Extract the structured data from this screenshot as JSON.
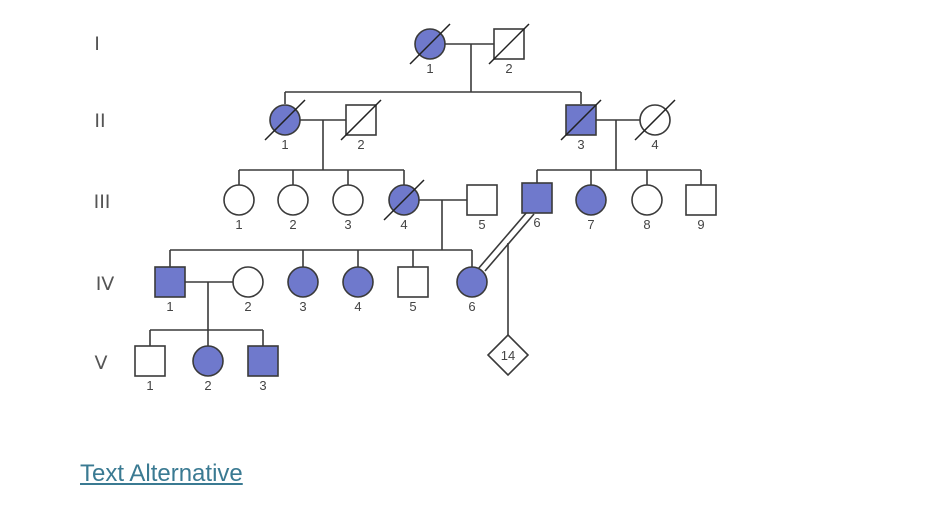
{
  "colors": {
    "affected": "#6f79cc",
    "unaffected": "#ffffff",
    "stroke": "#3a3a3a",
    "link": "#3a7a92"
  },
  "generations": [
    "I",
    "II",
    "III",
    "IV",
    "V"
  ],
  "individuals": [
    {
      "id": "I-1",
      "label": "1",
      "sex": "female",
      "affected": true,
      "deceased": true
    },
    {
      "id": "I-2",
      "label": "2",
      "sex": "male",
      "affected": false,
      "deceased": true
    },
    {
      "id": "II-1",
      "label": "1",
      "sex": "female",
      "affected": true,
      "deceased": true
    },
    {
      "id": "II-2",
      "label": "2",
      "sex": "male",
      "affected": false,
      "deceased": true
    },
    {
      "id": "II-3",
      "label": "3",
      "sex": "male",
      "affected": true,
      "deceased": true
    },
    {
      "id": "II-4",
      "label": "4",
      "sex": "female",
      "affected": false,
      "deceased": true
    },
    {
      "id": "III-1",
      "label": "1",
      "sex": "female",
      "affected": false,
      "deceased": false
    },
    {
      "id": "III-2",
      "label": "2",
      "sex": "female",
      "affected": false,
      "deceased": false
    },
    {
      "id": "III-3",
      "label": "3",
      "sex": "female",
      "affected": false,
      "deceased": false
    },
    {
      "id": "III-4",
      "label": "4",
      "sex": "female",
      "affected": true,
      "deceased": true
    },
    {
      "id": "III-5",
      "label": "5",
      "sex": "male",
      "affected": false,
      "deceased": false
    },
    {
      "id": "III-6",
      "label": "6",
      "sex": "male",
      "affected": true,
      "deceased": false
    },
    {
      "id": "III-7",
      "label": "7",
      "sex": "female",
      "affected": true,
      "deceased": false
    },
    {
      "id": "III-8",
      "label": "8",
      "sex": "female",
      "affected": false,
      "deceased": false
    },
    {
      "id": "III-9",
      "label": "9",
      "sex": "male",
      "affected": false,
      "deceased": false
    },
    {
      "id": "IV-1",
      "label": "1",
      "sex": "male",
      "affected": true,
      "deceased": false
    },
    {
      "id": "IV-2",
      "label": "2",
      "sex": "female",
      "affected": false,
      "deceased": false
    },
    {
      "id": "IV-3",
      "label": "3",
      "sex": "female",
      "affected": true,
      "deceased": false
    },
    {
      "id": "IV-4",
      "label": "4",
      "sex": "female",
      "affected": true,
      "deceased": false
    },
    {
      "id": "IV-5",
      "label": "5",
      "sex": "male",
      "affected": false,
      "deceased": false
    },
    {
      "id": "IV-6",
      "label": "6",
      "sex": "female",
      "affected": true,
      "deceased": false
    },
    {
      "id": "V-1",
      "label": "1",
      "sex": "male",
      "affected": false,
      "deceased": false
    },
    {
      "id": "V-2",
      "label": "2",
      "sex": "female",
      "affected": true,
      "deceased": false
    },
    {
      "id": "V-3",
      "label": "3",
      "sex": "male",
      "affected": true,
      "deceased": false
    },
    {
      "id": "V-offspring",
      "label": "14",
      "sex": "unknown",
      "affected": false,
      "deceased": false
    }
  ],
  "link_text": "Text Alternative"
}
